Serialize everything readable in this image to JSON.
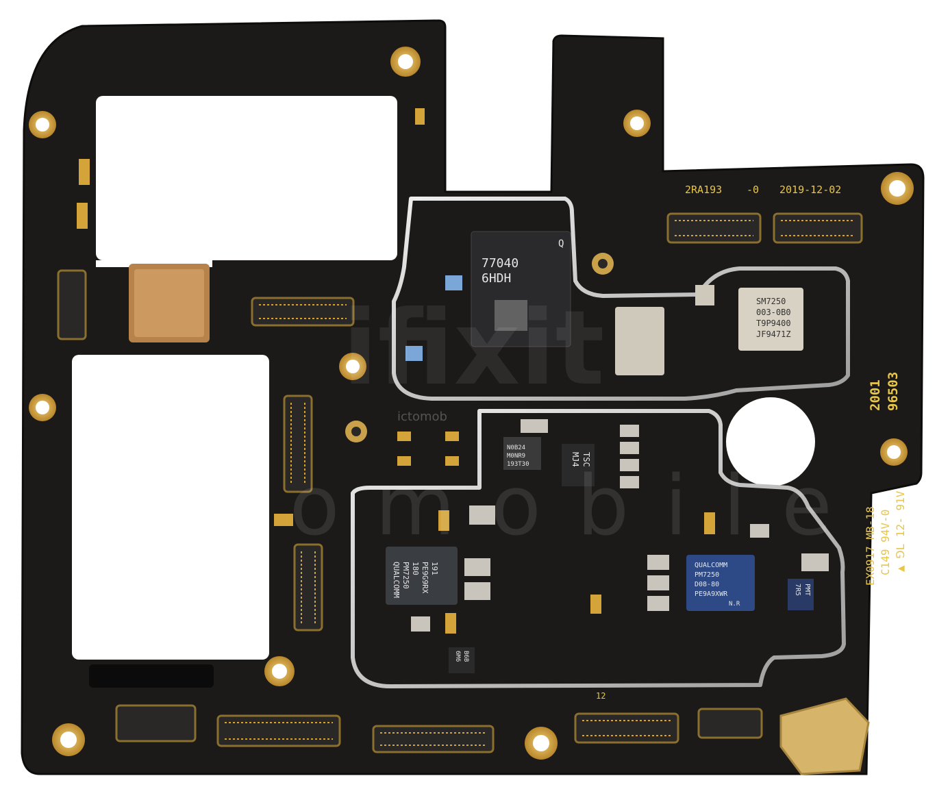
{
  "colors": {
    "pcb": "#1c1a18",
    "pcb_edge": "#0e0d0c",
    "gold": "#d4a43a",
    "silkscreen": "#e8c64a",
    "shield": "#cfcfcf",
    "chip": "#2a2a2c",
    "chip_light": "#d8d2c4"
  },
  "silkscreen": {
    "board_id": "2RA193",
    "revision": "-0",
    "date": "2019-12-02",
    "code_a": "2001",
    "code_b": "96503",
    "vertical_1": "EX0917 MB-18",
    "vertical_2": "C149 94V-0",
    "vertical_3": "▲ ⅁L 12- 91V",
    "bottom_mark": "12"
  },
  "chips": {
    "rf_transceiver": {
      "line1": "77040",
      "line2": "6HDH",
      "corner": "Q"
    },
    "soc": {
      "line1": "SM7250",
      "line2": "003-0B0",
      "line3": "T9P9400",
      "line4": "JF9471Z"
    },
    "pmic_1": {
      "line1": "QUALCOMM",
      "line2": "PM7250",
      "line3": "180",
      "line4": "PE9G9RX",
      "line5": "191"
    },
    "pmic_2": {
      "line1": "QUALCOMM",
      "line2": "PM7250",
      "line3": "D08-80",
      "line4": "PE9A9XWR",
      "line5": "N.R"
    },
    "small_chip_1": {
      "line1": "N0B24",
      "line2": "M0NR9",
      "line3": "193T30"
    },
    "small_chip_2": {
      "line1": "MJ4",
      "line2": "TSC"
    },
    "small_chip_3": {
      "line1": "7R5",
      "line2": "PMT"
    },
    "small_chip_4": {
      "line1": "6M6",
      "line2": "B6B"
    }
  },
  "watermark": {
    "logo": "ifixit",
    "small": "ictomob",
    "big": "ictomobile"
  }
}
